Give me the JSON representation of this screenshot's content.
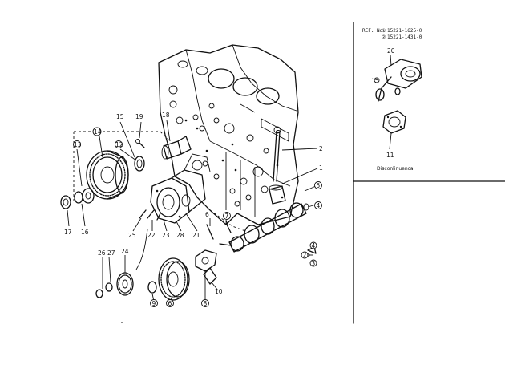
{
  "ref": {
    "label": "REF. No.",
    "line1": "15221-1625-0",
    "line2": "15221-1431-0",
    "mark1": "①",
    "mark2": "②"
  },
  "inset_caption": "Disconlinuenca.",
  "callouts": {
    "c1": "1",
    "c2": "2",
    "c3": "3",
    "c4": "4",
    "c5": "5",
    "c6": "6",
    "c7": "7",
    "c8": "8",
    "c9": "9",
    "c10": "10",
    "c11": "11",
    "c12": "12",
    "c13": "13",
    "c14": "14",
    "c15": "15",
    "c16": "16",
    "c17": "17",
    "c18": "18",
    "c19": "19",
    "c20": "20",
    "c21": "21",
    "c22": "22",
    "c23": "23",
    "c24": "24",
    "c25": "25",
    "c26": "26",
    "c27": "27",
    "c28": "28",
    "s3": "3",
    "s4": "4",
    "s2": "2"
  }
}
